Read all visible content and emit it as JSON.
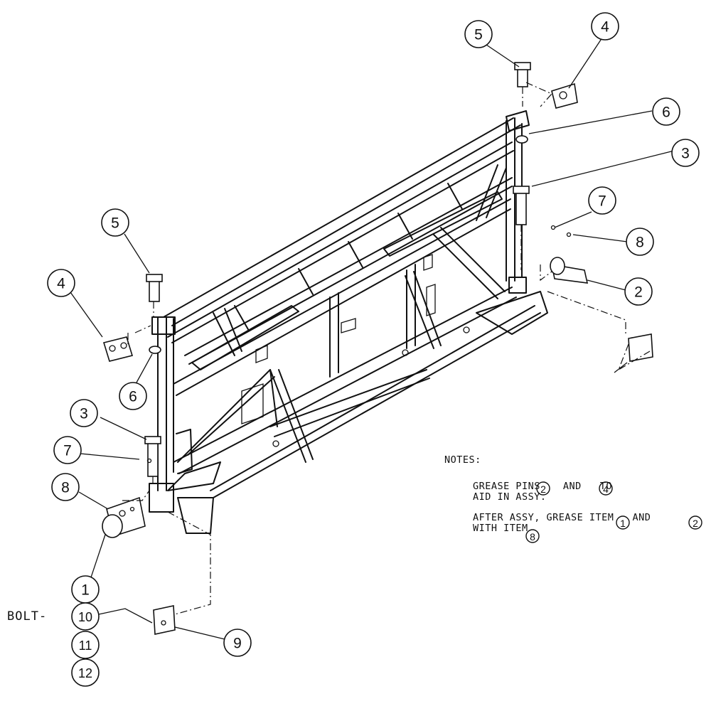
{
  "callouts": {
    "c1": "1",
    "c2": "2",
    "c3a": "3",
    "c3b": "3",
    "c4a": "4",
    "c4b": "4",
    "c5a": "5",
    "c5b": "5",
    "c6a": "6",
    "c6b": "6",
    "c7a": "7",
    "c7b": "7",
    "c8a": "8",
    "c8b": "8",
    "c9": "9",
    "c10": "10",
    "c11": "11",
    "c12": "12"
  },
  "bolt": {
    "label": "BOLT-"
  },
  "notes": {
    "title": "NOTES:",
    "note1": {
      "text1": "GREASE PINS",
      "ref1": "2",
      "text2": "AND",
      "ref2": "4",
      "text3": "TO",
      "line2": "AID IN ASSY."
    },
    "note2": {
      "text1": "AFTER ASSY, GREASE ITEM",
      "ref1": "1",
      "text2": "AND",
      "ref2": "2",
      "text3": "WITH ITEM",
      "ref3": "8"
    }
  }
}
